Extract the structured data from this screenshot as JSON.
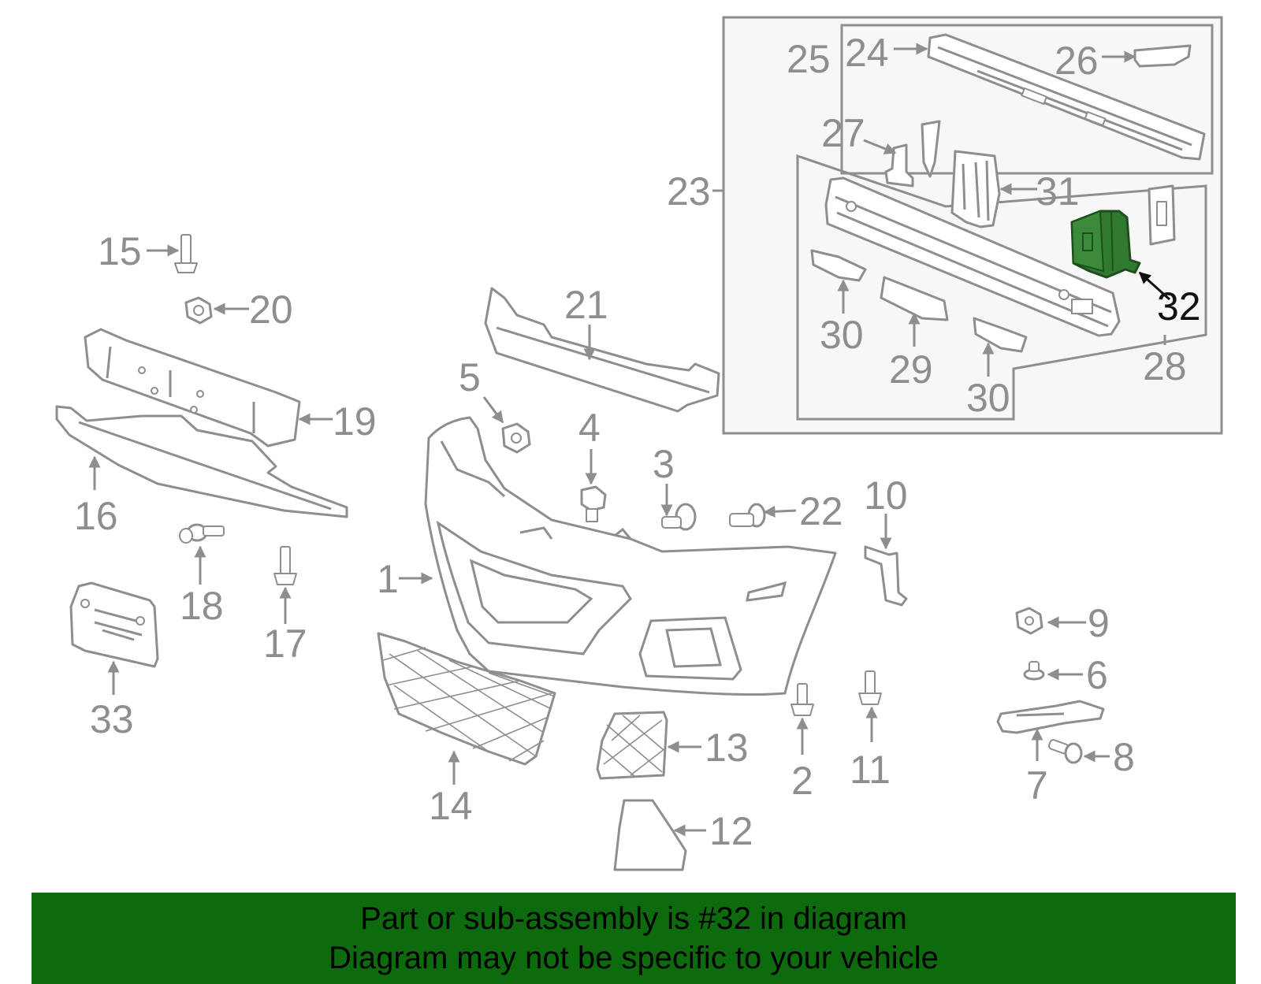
{
  "callouts": [
    {
      "id": "1",
      "label": "1"
    },
    {
      "id": "2",
      "label": "2"
    },
    {
      "id": "3",
      "label": "3"
    },
    {
      "id": "4",
      "label": "4"
    },
    {
      "id": "5",
      "label": "5"
    },
    {
      "id": "6",
      "label": "6"
    },
    {
      "id": "7",
      "label": "7"
    },
    {
      "id": "8",
      "label": "8"
    },
    {
      "id": "9",
      "label": "9"
    },
    {
      "id": "10",
      "label": "10"
    },
    {
      "id": "11",
      "label": "11"
    },
    {
      "id": "12",
      "label": "12"
    },
    {
      "id": "13",
      "label": "13"
    },
    {
      "id": "14",
      "label": "14"
    },
    {
      "id": "15",
      "label": "15"
    },
    {
      "id": "16",
      "label": "16"
    },
    {
      "id": "17",
      "label": "17"
    },
    {
      "id": "18",
      "label": "18"
    },
    {
      "id": "19",
      "label": "19"
    },
    {
      "id": "20",
      "label": "20"
    },
    {
      "id": "21",
      "label": "21"
    },
    {
      "id": "22",
      "label": "22"
    },
    {
      "id": "23",
      "label": "23"
    },
    {
      "id": "24",
      "label": "24"
    },
    {
      "id": "25",
      "label": "25"
    },
    {
      "id": "26",
      "label": "26"
    },
    {
      "id": "27",
      "label": "27"
    },
    {
      "id": "28",
      "label": "28"
    },
    {
      "id": "29",
      "label": "29"
    },
    {
      "id": "30a",
      "label": "30"
    },
    {
      "id": "30b",
      "label": "30"
    },
    {
      "id": "31",
      "label": "31"
    },
    {
      "id": "32",
      "label": "32"
    },
    {
      "id": "33",
      "label": "33"
    }
  ],
  "highlighted_part": "32",
  "colors": {
    "line_gray": "#8e8e8e",
    "highlight_green": "#2f7a2f",
    "banner_green": "#0d6a0d",
    "inset_background": "#f7f7f7"
  },
  "banner": {
    "line1": "Part or sub-assembly is #32 in diagram",
    "line2": "Diagram may not be specific to your vehicle"
  }
}
